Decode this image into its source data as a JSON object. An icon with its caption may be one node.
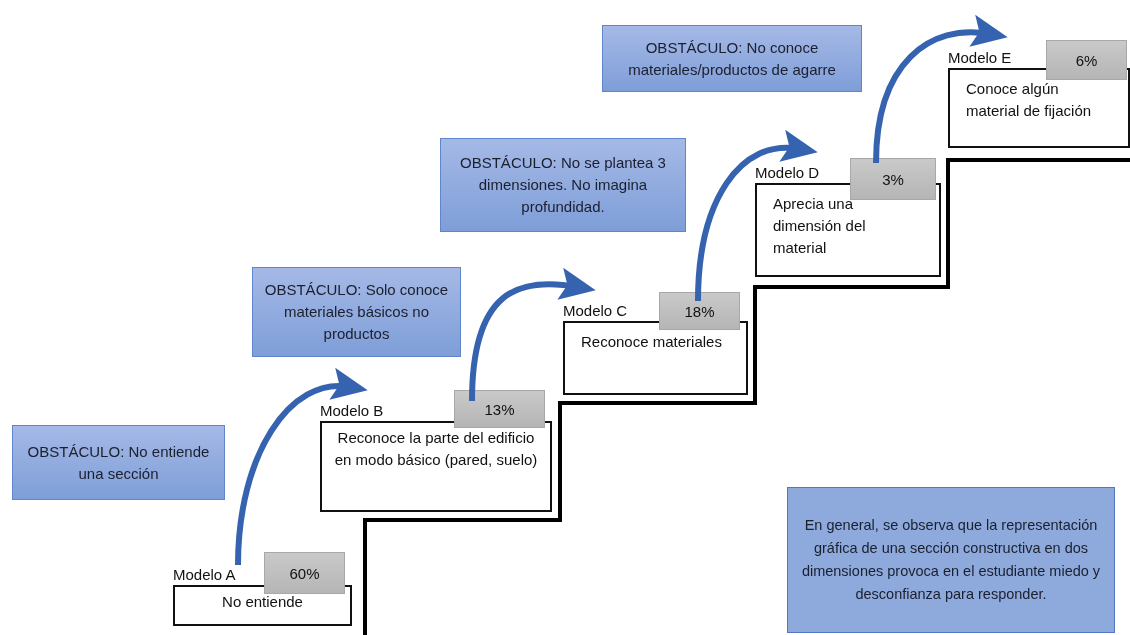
{
  "diagram": {
    "nodes": [
      {
        "text": [
          "Modelo A",
          "No entiende"
        ]
      },
      {
        "text": [
          "60%"
        ]
      },
      {
        "text": [
          "Modelo B",
          "Reconoce la parte del edificio en modo básico (pared, suelo)"
        ]
      },
      {
        "text": [
          "13%"
        ]
      },
      {
        "text": [
          "Modelo C",
          "Reconoce materiales"
        ]
      },
      {
        "text": [
          "18%"
        ]
      },
      {
        "text": [
          "Modelo D",
          "Aprecia una dimensión del material"
        ]
      },
      {
        "text": [
          "3%"
        ]
      },
      {
        "text": [
          "Modelo E",
          "Conoce algún material de fijación"
        ]
      },
      {
        "text": [
          "6%"
        ]
      },
      {
        "text": [
          "OBSTÁCULO: No entiende una sección"
        ]
      },
      {
        "text": [
          "OBSTÁCULO: Solo conoce materiales básicos no productos"
        ]
      },
      {
        "text": [
          "OBSTÁCULO: No se plantea 3 dimensiones. No imagina profundidad."
        ]
      },
      {
        "text": [
          "OBSTÁCULO: No conoce materiales/productos de agarre"
        ]
      },
      {
        "text": [
          "En general, se observa que la representación gráfica de una sección constructiva en dos dimensiones provoca en el estudiante miedo y desconfianza para responder."
        ]
      }
    ],
    "edges": [
      {
        "from": 0,
        "to": 2,
        "arrow": "to"
      },
      {
        "from": 2,
        "to": 4,
        "arrow": "to"
      },
      {
        "from": 4,
        "to": 6,
        "arrow": "to"
      },
      {
        "from": 6,
        "to": 8,
        "arrow": "to"
      }
    ]
  }
}
